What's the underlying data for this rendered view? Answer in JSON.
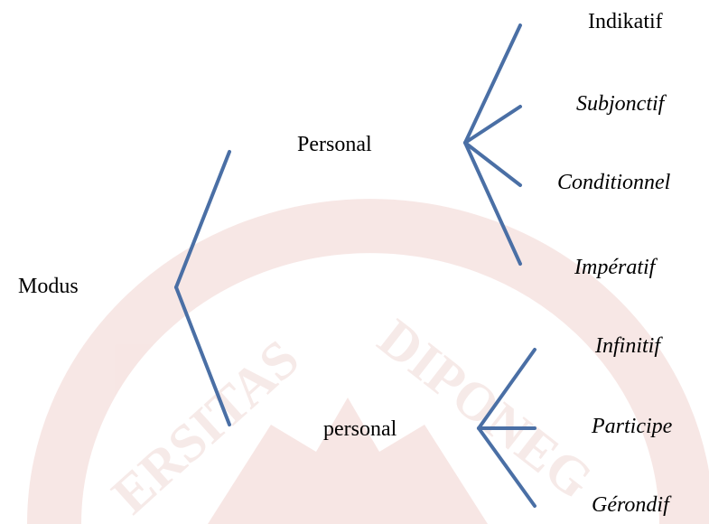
{
  "root": {
    "label": "Modus"
  },
  "groups": [
    {
      "label": "Personal",
      "children": [
        "Indikatif",
        "Subjonctif",
        "Conditionnel",
        "Impératif"
      ]
    },
    {
      "label": "personal",
      "children": [
        "Infinitif",
        "Participe",
        "Gérondif"
      ]
    }
  ],
  "watermark": {
    "text": "UNIVERSITAS DIPONEGORO",
    "color": "#c0392b"
  },
  "colors": {
    "line": "#4a6fa5",
    "text": "#000000"
  }
}
